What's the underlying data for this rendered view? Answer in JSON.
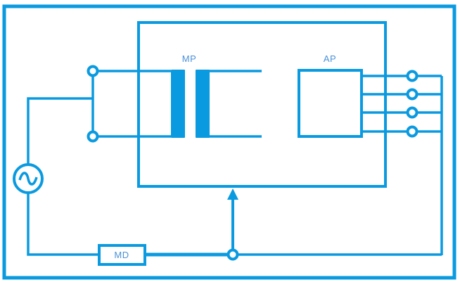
{
  "diagram": {
    "type": "circuit-schematic",
    "colors": {
      "line": "#0a9ae0",
      "label": "#4a90d9",
      "background": "#ffffff"
    },
    "labels": {
      "transformer": "MP",
      "amplifier": "AP",
      "modulator": "MD"
    },
    "components": [
      {
        "id": "ac-source",
        "symbol": "sine-wave-in-circle"
      },
      {
        "id": "transformer",
        "label_key": "MP",
        "input_terminals": 2
      },
      {
        "id": "amplifier",
        "label_key": "AP",
        "output_terminals": 4
      },
      {
        "id": "modulator",
        "label_key": "MD"
      },
      {
        "id": "feedback-arrow",
        "direction": "up"
      }
    ]
  }
}
